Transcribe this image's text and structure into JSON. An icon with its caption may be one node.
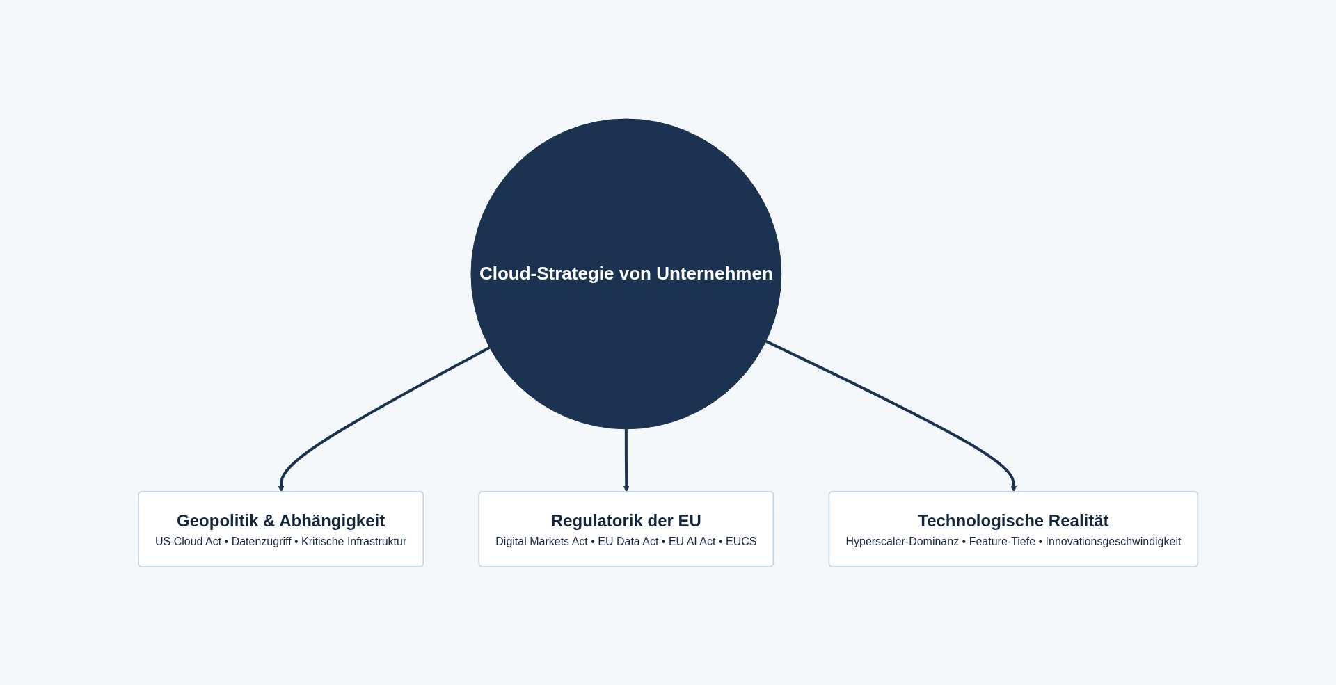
{
  "diagram": {
    "nodes": [
      {
        "text": [
          "Geopolitik & Abhängigkeit",
          "US Cloud Act • Datenzugriff • Kritische Infrastruktur"
        ]
      },
      {
        "text": [
          "Cloud-Strategie von Unternehmen"
        ]
      },
      {
        "text": [
          "Regulatorik der EU",
          "Digital Markets Act • EU Data Act • EU AI Act • EUCS"
        ]
      },
      {
        "text": [
          "Technologische Realität",
          "Hyperscaler-Dominanz • Feature-Tiefe • Innovationsgeschwindigkeit"
        ]
      }
    ],
    "edges": [
      {
        "from": 1,
        "to": 0,
        "arrow": "to"
      },
      {
        "from": 1,
        "to": 2,
        "arrow": "to"
      },
      {
        "from": 1,
        "to": 3,
        "arrow": "to"
      }
    ]
  }
}
